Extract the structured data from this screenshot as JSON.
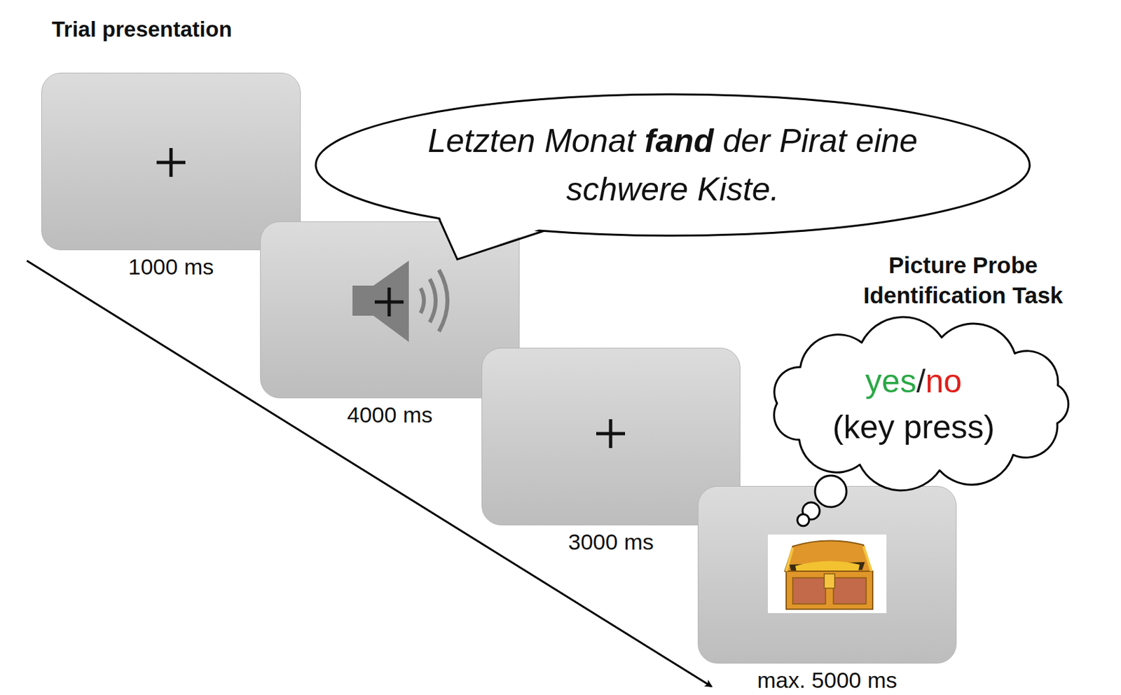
{
  "diagram": {
    "title": "Trial presentation",
    "nodes": [
      {
        "text": [
          "1000 ms"
        ]
      },
      {
        "text": [
          "Letzten Monat",
          "fand",
          "der Pirat eine schwere Kiste."
        ]
      },
      {
        "text": [
          "4000 ms"
        ]
      },
      {
        "text": [
          "3000 ms"
        ]
      },
      {
        "text": [
          "yes",
          "/",
          "no",
          "(key press)"
        ]
      },
      {
        "text": [
          "max. 5000 ms"
        ]
      }
    ],
    "labels": [
      "Picture Probe Identification Task"
    ]
  }
}
